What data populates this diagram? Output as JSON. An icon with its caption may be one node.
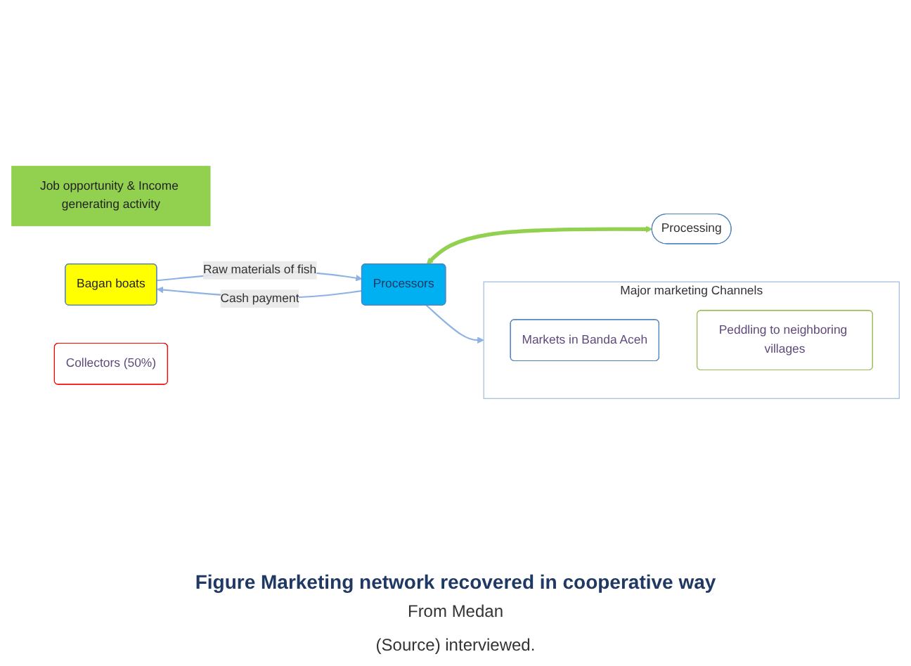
{
  "diagram": {
    "caption": "Figure Marketing network recovered in cooperative way",
    "nodes": [
      {
        "text": [
          "Job opportunity & Income generating activity"
        ]
      },
      {
        "text": [
          "Bagan boats"
        ]
      },
      {
        "text": [
          "Processors"
        ]
      },
      {
        "text": [
          "Major marketing Channels"
        ]
      },
      {
        "text": [
          "Markets in Banda Aceh"
        ],
        "in": 3
      },
      {
        "text": [
          "Peddling to neighboring villages"
        ],
        "in": 3
      },
      {
        "text": [
          "Collectors (50%)"
        ]
      },
      {
        "text": [
          "Processing"
        ]
      }
    ],
    "edges": [
      {
        "from": 1,
        "to": 2,
        "arrow": "to",
        "label": "Raw materials of fish"
      },
      {
        "from": 2,
        "to": 1,
        "arrow": "to",
        "label": "Cash payment"
      },
      {
        "from": 2,
        "to": 3,
        "arrow": "to"
      },
      {
        "from": 2,
        "to": 7,
        "arrow": "both",
        "style": "thick",
        "color": "#92d050"
      }
    ],
    "labels": [
      "From Medan",
      "(Source) interviewed."
    ]
  }
}
